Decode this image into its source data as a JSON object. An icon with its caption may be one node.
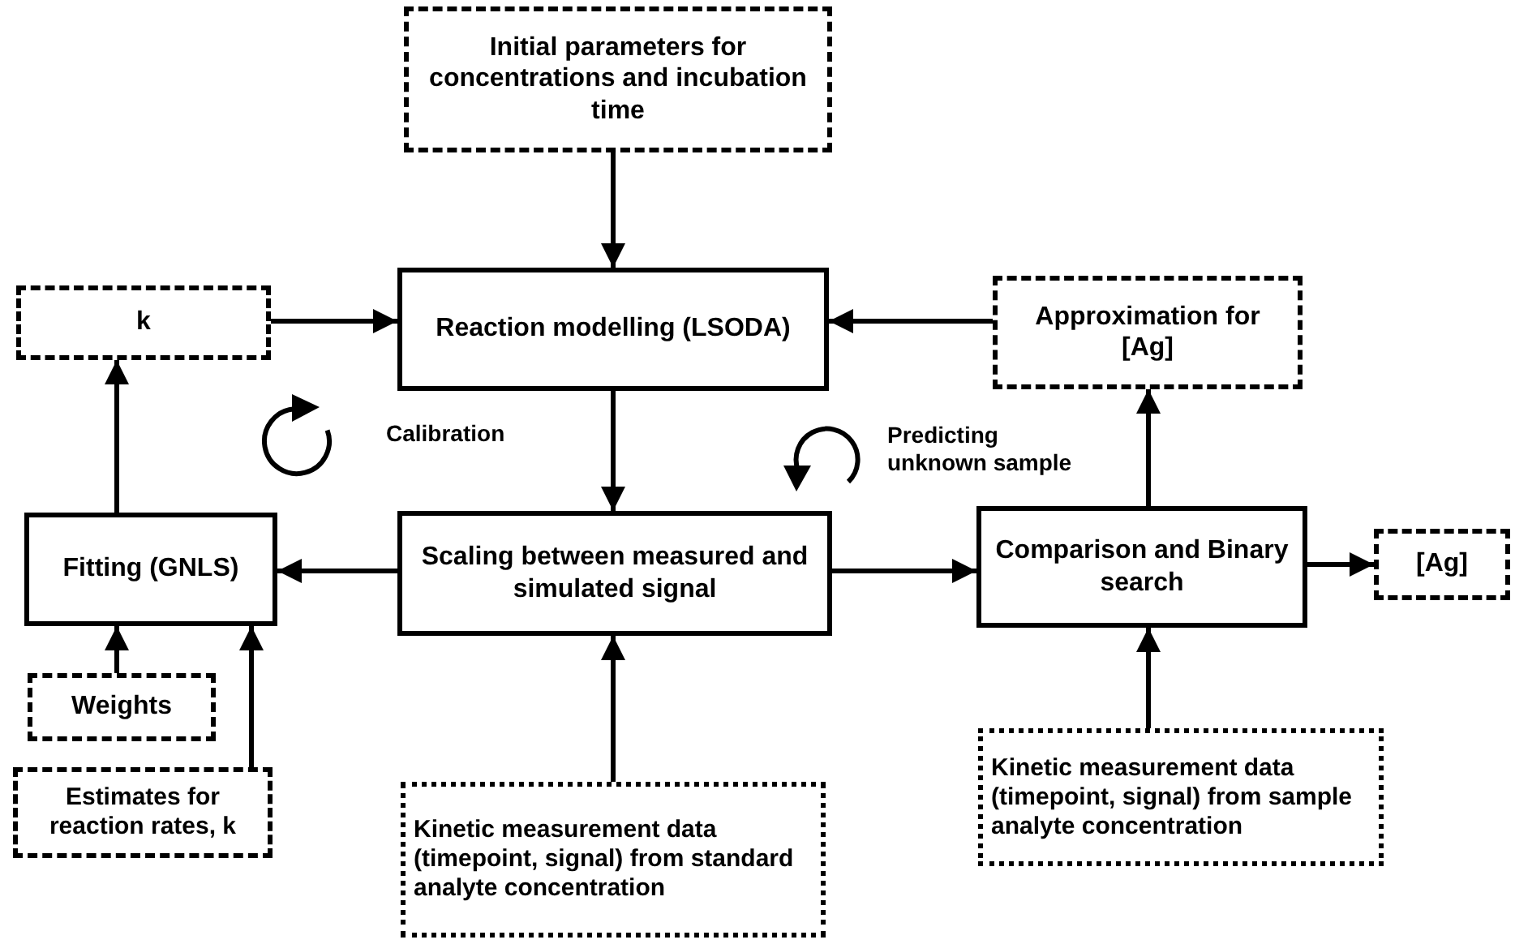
{
  "diagram": {
    "nodes": [
      {
        "text": [
          "Initial parameters for concentrations and incubation time"
        ]
      },
      {
        "text": [
          "k"
        ]
      },
      {
        "text": [
          "Reaction modelling (LSODA)"
        ]
      },
      {
        "text": [
          "Approximation for [Ag]"
        ]
      },
      {
        "text": [
          "Fitting (GNLS)"
        ]
      },
      {
        "text": [
          "Scaling between measured and simulated signal"
        ]
      },
      {
        "text": [
          "Comparison and Binary search"
        ]
      },
      {
        "text": [
          "[Ag]"
        ]
      },
      {
        "text": [
          "Weights"
        ]
      },
      {
        "text": [
          "Estimates for reaction rates, k"
        ]
      },
      {
        "text": [
          "Kinetic measurement data (timepoint, signal) from standard analyte concentration"
        ]
      },
      {
        "text": [
          "Kinetic measurement data (timepoint, signal) from sample analyte concentration"
        ]
      }
    ],
    "edges": [
      {
        "from": 0,
        "to": 2,
        "arrow": "to"
      },
      {
        "from": 1,
        "to": 2,
        "arrow": "to"
      },
      {
        "from": 3,
        "to": 2,
        "arrow": "to"
      },
      {
        "from": 2,
        "to": 5,
        "arrow": "to"
      },
      {
        "from": 5,
        "to": 4,
        "arrow": "to"
      },
      {
        "from": 4,
        "to": 1,
        "arrow": "to"
      },
      {
        "from": 5,
        "to": 6,
        "arrow": "to"
      },
      {
        "from": 6,
        "to": 3,
        "arrow": "to"
      },
      {
        "from": 6,
        "to": 7,
        "arrow": "to"
      },
      {
        "from": 8,
        "to": 4,
        "arrow": "to"
      },
      {
        "from": 9,
        "to": 4,
        "arrow": "to"
      },
      {
        "from": 10,
        "to": 5,
        "arrow": "to"
      },
      {
        "from": 11,
        "to": 6,
        "arrow": "to"
      }
    ],
    "labels": [
      "Calibration",
      "Predicting unknown sample"
    ]
  }
}
